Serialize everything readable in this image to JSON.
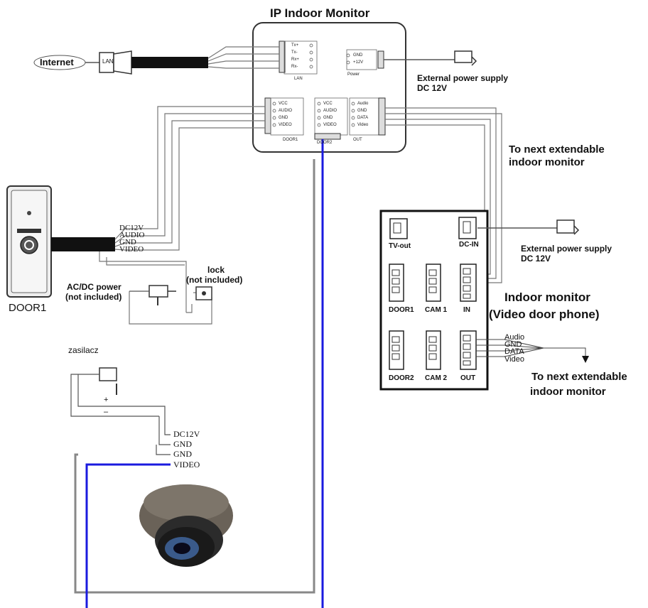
{
  "ip_monitor": {
    "title": "IP Indoor Monitor",
    "lan_label": "LAN",
    "lan_pins": [
      "Tx+",
      "Tx-",
      "Rx+",
      "Rx-"
    ],
    "power_label": "Power",
    "power_pins": [
      "GND",
      "+12V"
    ],
    "door1_label": "DOOR1",
    "door1_pins": [
      "VCC",
      "AUDIO",
      "GND",
      "VIDEO"
    ],
    "door2_label": "DOOR2",
    "door2_pins": [
      "VCC",
      "AUDIO",
      "GND",
      "VIDEO"
    ],
    "out_label": "OUT",
    "out_pins": [
      "Audio",
      "GND",
      "DATA",
      "Video"
    ]
  },
  "internet_label": "Internet",
  "lan_plug_label": "LAN",
  "ext_power_top": {
    "line1": "External power supply",
    "line2": "DC 12V"
  },
  "to_next_top": {
    "line1": "To next extendable",
    "line2": "indoor monitor"
  },
  "door1_unit": {
    "label": "DOOR1",
    "wires": [
      "DC12V",
      "AUDIO",
      "GND",
      "VIDEO"
    ]
  },
  "acdc": {
    "line1": "AC/DC power",
    "line2": "(not included)"
  },
  "lock": {
    "line1": "lock",
    "line2": "(not included)"
  },
  "indoor_monitor": {
    "ports": [
      "TV-out",
      "DC-IN",
      "DOOR1",
      "CAM 1",
      "IN",
      "DOOR2",
      "CAM 2",
      "OUT"
    ],
    "title_line1": "Indoor monitor",
    "title_line2": "(Video door phone)",
    "out_wires": [
      "Audio",
      "GND",
      "DATA",
      "Video"
    ]
  },
  "ext_power_right": {
    "line1": "External power supply",
    "line2": "DC 12V"
  },
  "to_next_bottom": {
    "line1": "To next extendable",
    "line2": "indoor monitor"
  },
  "camera": {
    "supply_label": "zasilacz",
    "plus": "+",
    "minus": "–",
    "wires": [
      "DC12V",
      "GND",
      "GND",
      "VIDEO"
    ]
  },
  "colors": {
    "video_line": "#1a1adf",
    "wire": "#555555"
  }
}
